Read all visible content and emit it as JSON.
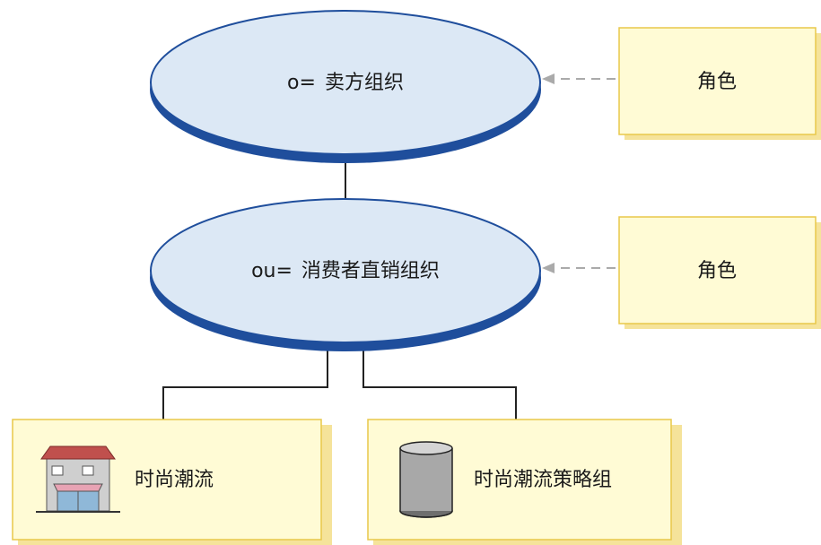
{
  "org_nodes": [
    {
      "prefix": "o=",
      "name": "卖方组织"
    },
    {
      "prefix": "ou=",
      "name": "消费者直销组织"
    }
  ],
  "role_boxes": [
    {
      "label": "角色"
    },
    {
      "label": "角色"
    }
  ],
  "children": [
    {
      "label": "时尚潮流",
      "icon": "store-icon"
    },
    {
      "label": "时尚潮流策略组",
      "icon": "database-cylinder-icon"
    }
  ],
  "colors": {
    "ellipse_fill": "#dce8f5",
    "ellipse_edge": "#1f4e9c",
    "box_fill": "#fffbd5",
    "box_border": "#e8c84a",
    "box_shadow": "#f5e39a",
    "arrow": "#aaaaaa",
    "connector": "#222222"
  }
}
